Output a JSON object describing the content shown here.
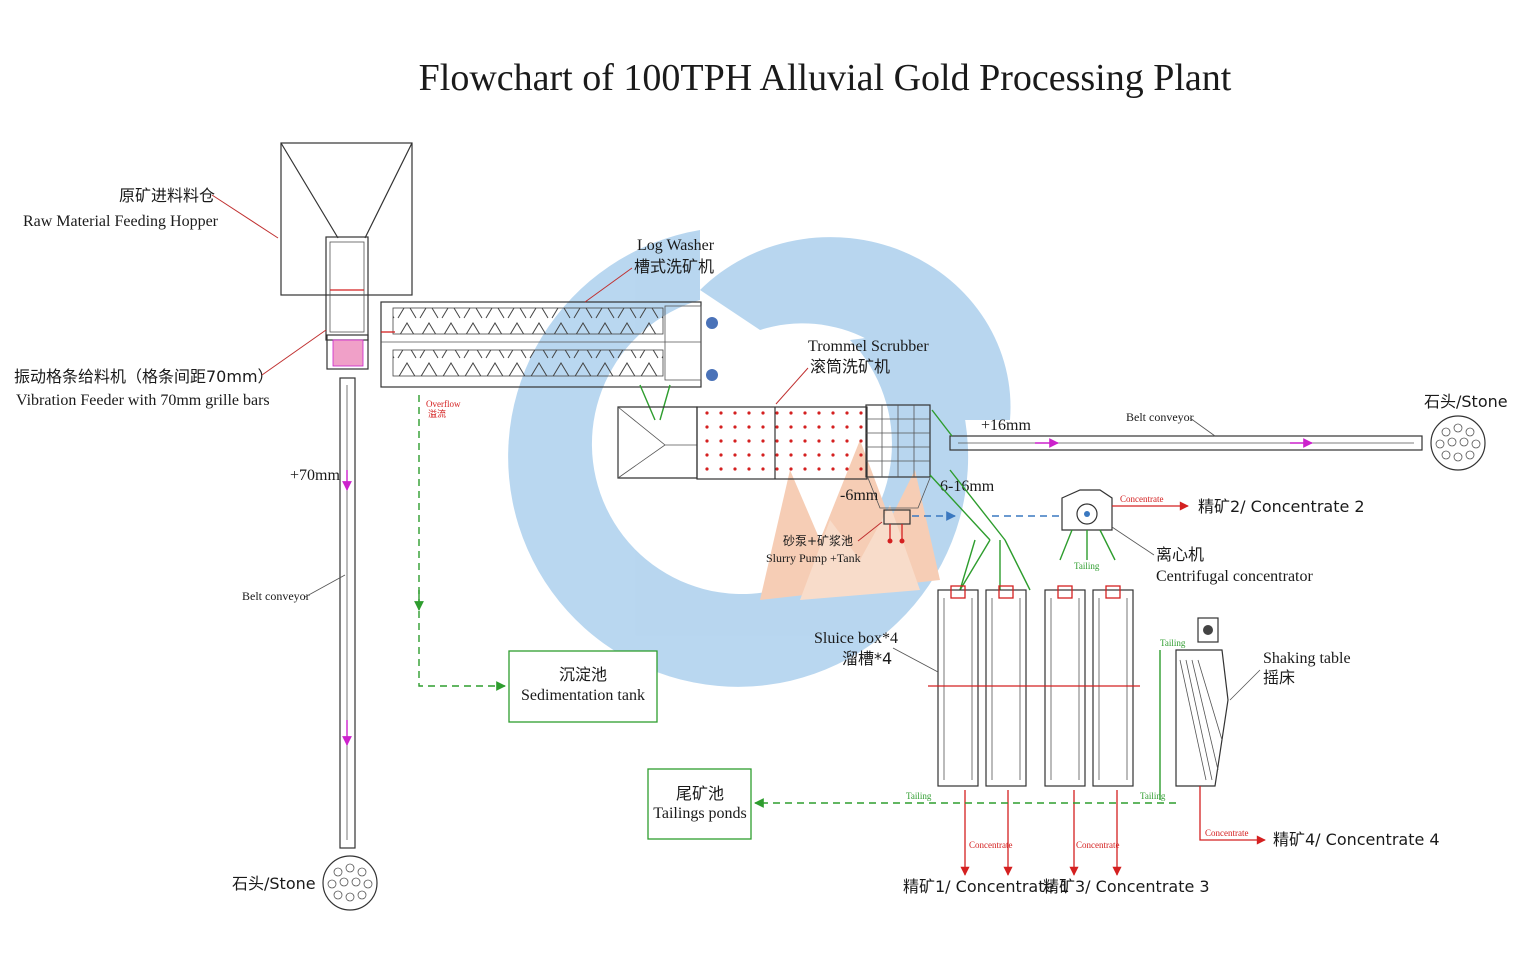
{
  "title": "Flowchart of 100TPH Alluvial Gold Processing Plant",
  "equipment": {
    "hopper": {
      "cn": "原矿进料料仓",
      "en": "Raw Material Feeding Hopper"
    },
    "feeder": {
      "cn": "振动格条给料机（格条间距70mm）",
      "en": "Vibration Feeder with 70mm grille bars"
    },
    "log_washer": {
      "en": "Log Washer",
      "cn": "槽式洗矿机"
    },
    "trommel": {
      "en": "Trommel Scrubber",
      "cn": "滚筒洗矿机"
    },
    "slurry_pump": {
      "cn": "砂泵+矿浆池",
      "en": "Slurry Pump +Tank"
    },
    "centrifugal": {
      "cn": "离心机",
      "en": "Centrifugal concentrator"
    },
    "sluice": {
      "en": "Sluice box*4",
      "cn": "溜槽*4"
    },
    "shaking_table": {
      "en": "Shaking table",
      "cn": "摇床"
    },
    "sedimentation": {
      "cn": "沉淀池",
      "en": "Sedimentation tank"
    },
    "tailings_pond": {
      "cn": "尾矿池",
      "en": "Tailings ponds"
    },
    "belt_conveyor_left": "Belt conveyor",
    "belt_conveyor_right": "Belt conveyor"
  },
  "flows": {
    "plus70": "+70mm",
    "plus16": "+16mm",
    "minus6": "-6mm",
    "range6_16": "6-16mm",
    "overflow_en": "Overflow",
    "overflow_cn": "溢流",
    "tailing": "Tailing",
    "concentrate": "Concentrate"
  },
  "outputs": {
    "stone_left": "石头/Stone",
    "stone_right": "石头/Stone",
    "conc1": "精矿1/ Concentrate 1",
    "conc2": "精矿2/ Concentrate 2",
    "conc3": "精矿3/ Concentrate 3",
    "conc4": "精矿4/ Concentrate 4"
  },
  "colors": {
    "water_flow": "#2e9d2e",
    "concentrate_flow": "#d42020",
    "stone_flow": "#cc22cc",
    "slurry_flow": "#3a78c0",
    "logo_blue": "#7fb6e3",
    "logo_red": "#e8a06a"
  },
  "icons": {
    "watermark": "company-logo-watermark",
    "stone": "stone-pile-icon"
  }
}
